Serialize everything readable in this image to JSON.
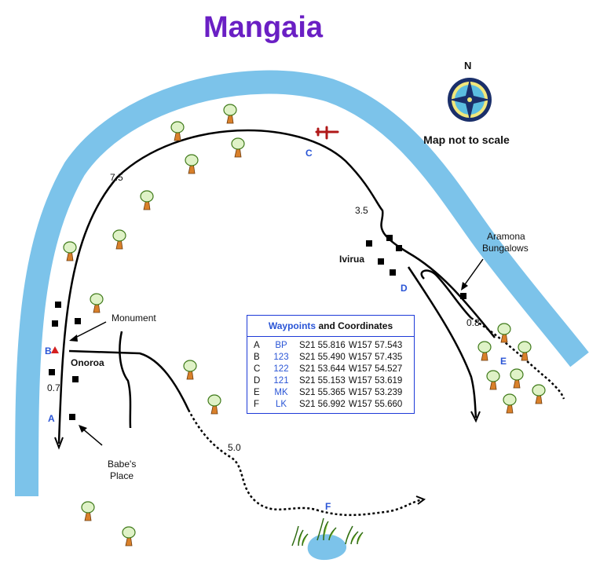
{
  "title": "Mangaia",
  "compass": {
    "north_label": "N",
    "icon": "compass-rose-icon"
  },
  "scale_note": "Map not to scale",
  "places": {
    "onoroa": "Onoroa",
    "ivirua": "Ivirua",
    "monument": "Monument",
    "babes_place_line1": "Babe's",
    "babes_place_line2": "Place",
    "aramona_line1": "Aramona",
    "aramona_line2": "Bungalows"
  },
  "distances": {
    "d1": "7.5",
    "d2": "3.5",
    "d3": "0.7",
    "d4": "0.8",
    "d5": "5.0"
  },
  "waypoint_labels": {
    "a": "A",
    "b": "B",
    "c": "C",
    "d": "D",
    "e": "E",
    "f": "F"
  },
  "waypoint_table": {
    "heading_keyword": "Waypoints",
    "heading_rest": " and Coordinates",
    "rows": [
      {
        "letter": "A",
        "code": "BP",
        "lat": "S21 55.816",
        "lon": "W157 57.543"
      },
      {
        "letter": "B",
        "code": "123",
        "lat": "S21 55.490",
        "lon": "W157 57.435"
      },
      {
        "letter": "C",
        "code": "122",
        "lat": "S21 53.644",
        "lon": "W157 54.527"
      },
      {
        "letter": "D",
        "code": "121",
        "lat": "S21 55.153",
        "lon": "W157 53.619"
      },
      {
        "letter": "E",
        "code": "MK",
        "lat": "S21 55.365",
        "lon": "W157 53.239"
      },
      {
        "letter": "F",
        "code": "LK",
        "lat": "S21 56.992",
        "lon": "W157 55.660"
      }
    ]
  },
  "colors": {
    "title": "#6a1fc4",
    "water": "#7cc3ea",
    "waypoint": "#2a55d6",
    "airplane": "#b01818",
    "monument_marker": "#d42020"
  }
}
